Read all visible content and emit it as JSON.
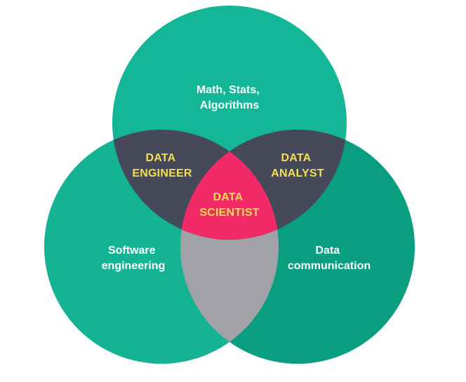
{
  "colors": {
    "top_circle": "#13b696",
    "left_circle": "#14b393",
    "right_circle": "#089e7f",
    "top_overlaps": "#454959",
    "center": "#f22a68",
    "bottom_overlap": "#a0a2a8",
    "region_text": "#ffffff",
    "role_text": "#f2df4f"
  },
  "regions": {
    "top": {
      "line1": "Math, Stats,",
      "line2": "Algorithms"
    },
    "left": {
      "line1": "Software",
      "line2": "engineering"
    },
    "right": {
      "line1": "Data",
      "line2": "communication"
    }
  },
  "roles": {
    "engineer": {
      "line1": "DATA",
      "line2": "ENGINEER"
    },
    "analyst": {
      "line1": "DATA",
      "line2": "ANALYST"
    },
    "scientist": {
      "line1": "DATA",
      "line2": "SCIENTIST"
    }
  }
}
